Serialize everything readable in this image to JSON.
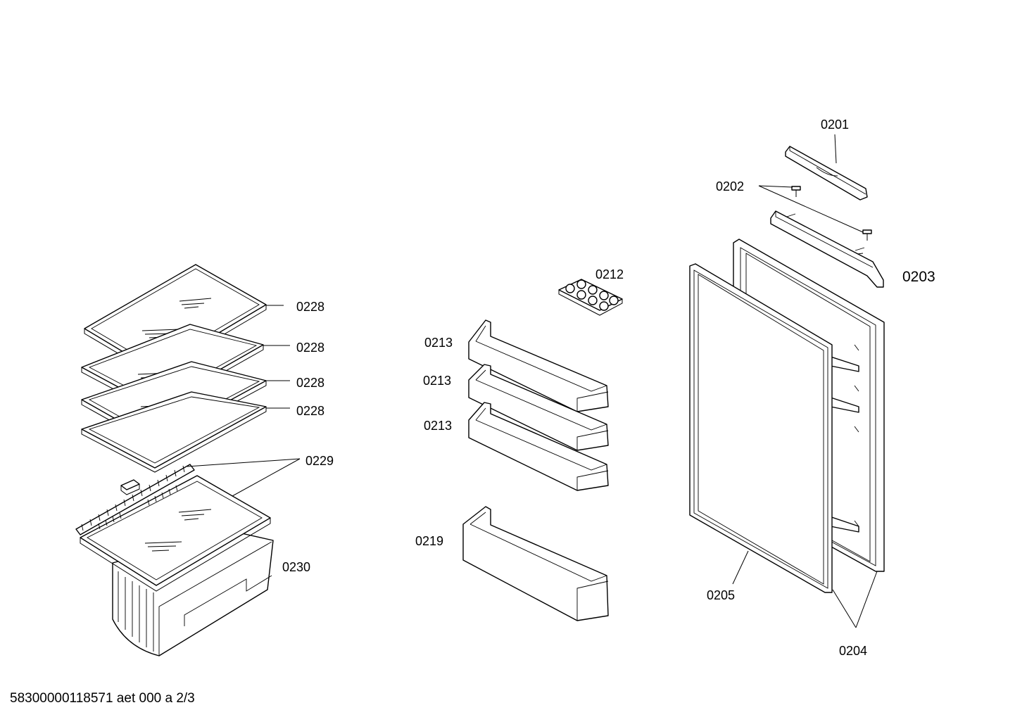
{
  "labels": {
    "l0201": "0201",
    "l0202": "0202",
    "l0203": "0203",
    "l0204": "0204",
    "l0205": "0205",
    "l0212": "0212",
    "l0213a": "0213",
    "l0213b": "0213",
    "l0213c": "0213",
    "l0219": "0219",
    "l0228a": "0228",
    "l0228b": "0228",
    "l0228c": "0228",
    "l0228d": "0228",
    "l0229": "0229",
    "l0230": "0230"
  },
  "footer": {
    "doc_ref": "58300000118571 aet 000 a 2/3"
  }
}
